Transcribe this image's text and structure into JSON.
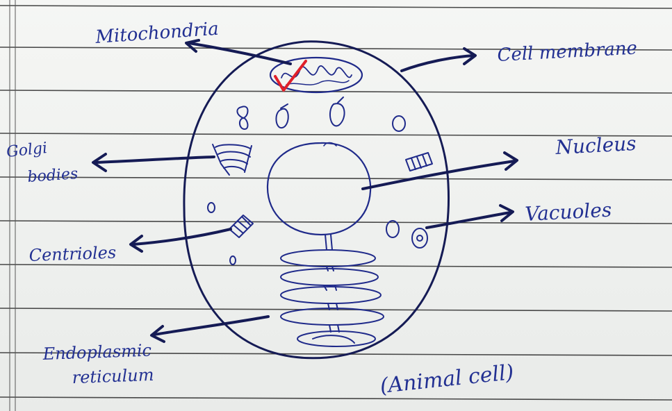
{
  "diagram": {
    "labels": {
      "mitochondria": "Mitochondria",
      "cell_membrane": "Cell membrane",
      "golgi_line1": "Golgi",
      "golgi_line2": "bodies",
      "nucleus": "Nucleus",
      "vacuoles": "Vacuoles",
      "centrioles": "Centrioles",
      "er_line1": "Endoplasmic",
      "er_line2": "reticulum",
      "caption": "(Animal cell)"
    },
    "colors": {
      "ink": "#1f2a8a",
      "arrow_ink": "#151b55",
      "check_mark": "#e0202a",
      "ruling": "#2b2b2b",
      "paper": "#f2f3f1"
    },
    "marks": {
      "grading": "check-mark-icon"
    }
  }
}
